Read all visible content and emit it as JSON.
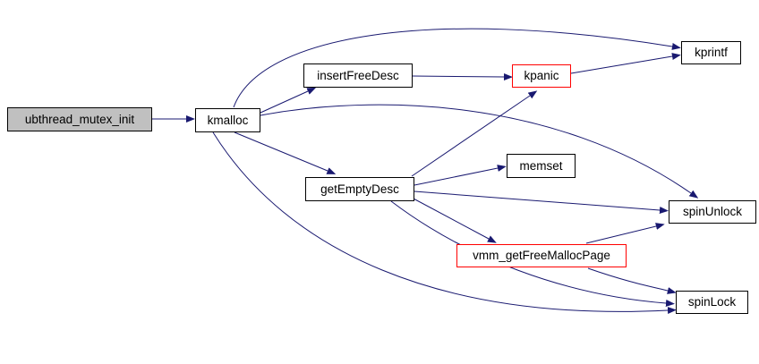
{
  "diagram": {
    "type": "call-graph",
    "colors": {
      "background": "#ffffff",
      "edge": "#191970",
      "node_border": "#000000",
      "highlight_border": "#ff0000",
      "root_fill": "#c0c0c0",
      "node_fill": "#ffffff",
      "text": "#000000"
    },
    "nodes": [
      {
        "id": "ubthread_mutex_init",
        "label": "ubthread_mutex_init",
        "type": "root"
      },
      {
        "id": "kmalloc",
        "label": "kmalloc",
        "type": "normal"
      },
      {
        "id": "insertFreeDesc",
        "label": "insertFreeDesc",
        "type": "normal"
      },
      {
        "id": "kpanic",
        "label": "kpanic",
        "type": "highlight"
      },
      {
        "id": "kprintf",
        "label": "kprintf",
        "type": "normal"
      },
      {
        "id": "memset",
        "label": "memset",
        "type": "normal"
      },
      {
        "id": "getEmptyDesc",
        "label": "getEmptyDesc",
        "type": "normal"
      },
      {
        "id": "spinUnlock",
        "label": "spinUnlock",
        "type": "normal"
      },
      {
        "id": "vmm_getFreeMallocPage",
        "label": "vmm_getFreeMallocPage",
        "type": "highlight"
      },
      {
        "id": "spinLock",
        "label": "spinLock",
        "type": "normal"
      }
    ],
    "edges": [
      {
        "from": "ubthread_mutex_init",
        "to": "kmalloc"
      },
      {
        "from": "kmalloc",
        "to": "kprintf"
      },
      {
        "from": "kmalloc",
        "to": "insertFreeDesc"
      },
      {
        "from": "kmalloc",
        "to": "getEmptyDesc"
      },
      {
        "from": "kmalloc",
        "to": "spinUnlock"
      },
      {
        "from": "kmalloc",
        "to": "spinLock"
      },
      {
        "from": "insertFreeDesc",
        "to": "kpanic"
      },
      {
        "from": "kpanic",
        "to": "kprintf"
      },
      {
        "from": "getEmptyDesc",
        "to": "kpanic"
      },
      {
        "from": "getEmptyDesc",
        "to": "memset"
      },
      {
        "from": "getEmptyDesc",
        "to": "spinUnlock"
      },
      {
        "from": "getEmptyDesc",
        "to": "vmm_getFreeMallocPage"
      },
      {
        "from": "getEmptyDesc",
        "to": "spinLock"
      },
      {
        "from": "vmm_getFreeMallocPage",
        "to": "spinUnlock"
      },
      {
        "from": "vmm_getFreeMallocPage",
        "to": "spinLock"
      }
    ]
  }
}
